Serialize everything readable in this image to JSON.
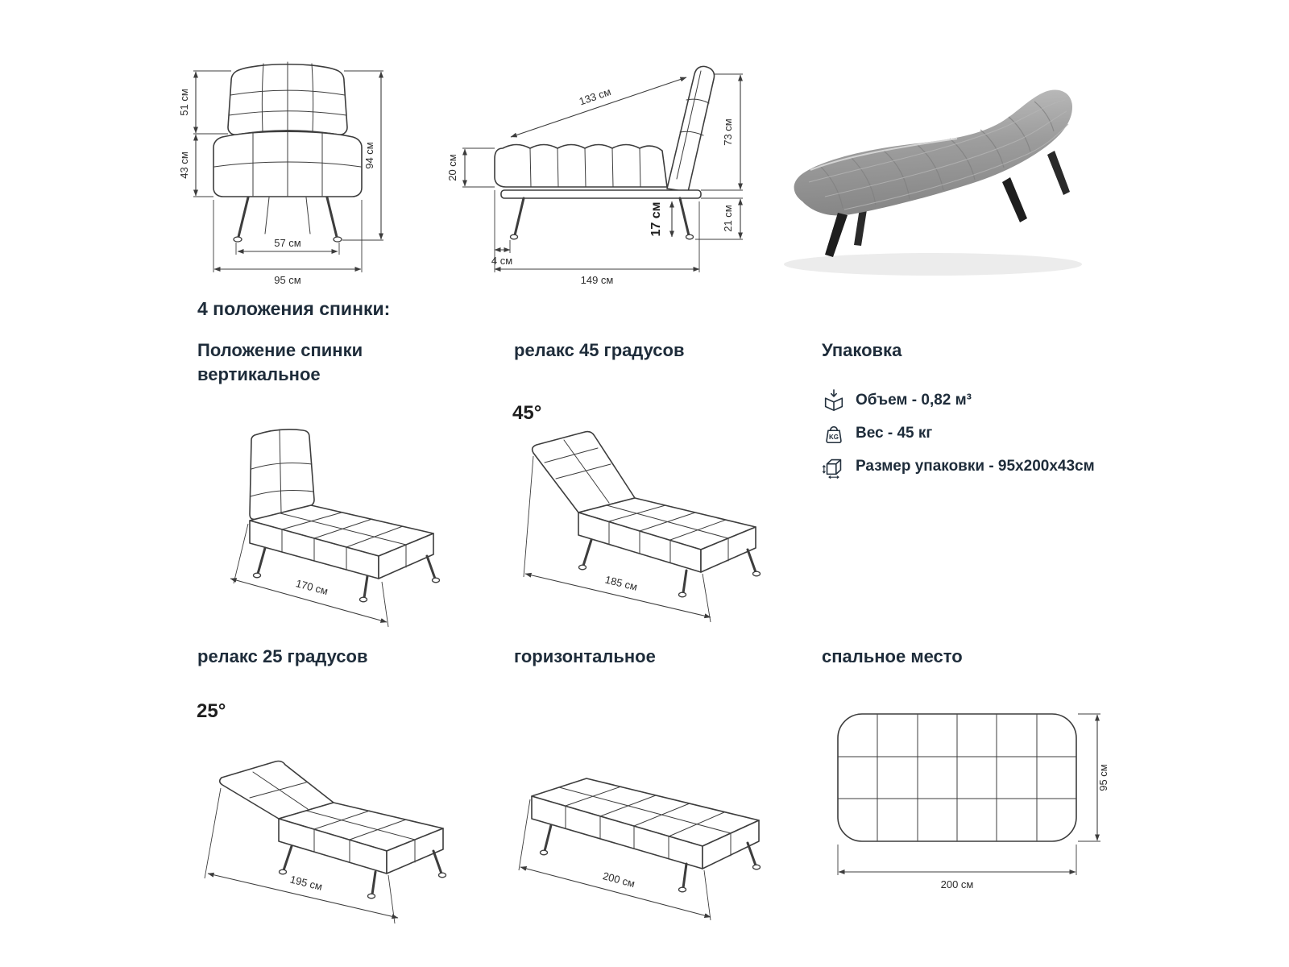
{
  "headings": {
    "positions": "4 положения спинки:",
    "vertical_lines": [
      "Положение спинки",
      "вертикальное"
    ],
    "relax45": "релакс 45 градусов",
    "packaging": "Упаковка",
    "relax25": "релакс 25 градусов",
    "horizontal": "горизонтальное",
    "sleeping": "спальное место"
  },
  "packaging": {
    "volume": "Объем - 0,82 м³",
    "weight": "Вес - 45 кг",
    "size": "Размер упаковки - 95x200x43см",
    "kg_label": "KG"
  },
  "front_view": {
    "back_height": "51 см",
    "seat_height": "43 см",
    "total_height": "94 см",
    "legs_span": "57 см",
    "total_width": "95 см"
  },
  "side_view": {
    "seat_depth": "133 см",
    "seat_front_height": "20 см",
    "back_height": "73 см",
    "under_seat": "17 см",
    "leg_height": "21 см",
    "front_offset": "4 см",
    "total_length": "149 см"
  },
  "positions": {
    "vertical_length": "170 см",
    "relax45_angle": "45°",
    "relax45_length": "185 см",
    "relax25_angle": "25°",
    "relax25_length": "195 см",
    "horizontal_length": "200 см",
    "sleeping_width": "95 см",
    "sleeping_length": "200 см"
  }
}
